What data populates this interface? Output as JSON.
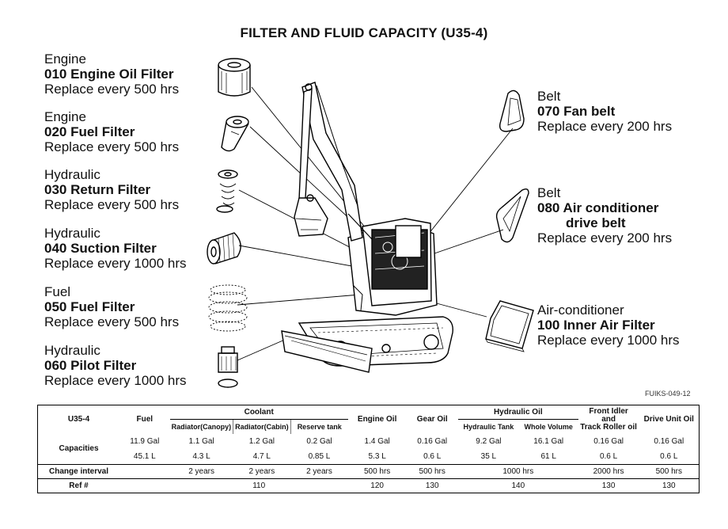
{
  "title": "FILTER AND FLUID CAPACITY (U35-4)",
  "left_labels": [
    {
      "category": "Engine",
      "name": "010 Engine Oil Filter",
      "interval": "Replace every 500 hrs"
    },
    {
      "category": "Engine",
      "name": "020 Fuel Filter",
      "interval": "Replace every 500 hrs"
    },
    {
      "category": "Hydraulic",
      "name": "030 Return Filter",
      "interval": "Replace every 500 hrs"
    },
    {
      "category": "Hydraulic",
      "name": "040 Suction Filter",
      "interval": "Replace every 1000 hrs"
    },
    {
      "category": "Fuel",
      "name": "050 Fuel Filter",
      "interval": "Replace every 500 hrs"
    },
    {
      "category": "Hydraulic",
      "name": "060 Pilot Filter",
      "interval": "Replace every 1000 hrs"
    }
  ],
  "right_labels": [
    {
      "category": "Belt",
      "name": "070 Fan belt",
      "name2": "",
      "interval": "Replace every 200 hrs"
    },
    {
      "category": "Belt",
      "name": "080 Air conditioner",
      "name2": "drive belt",
      "interval": "Replace every 200 hrs"
    },
    {
      "category": "Air-conditioner",
      "name": "100 Inner Air Filter",
      "name2": "",
      "interval": "Replace every 1000 hrs"
    }
  ],
  "figure_code": "FUIKS-049-12",
  "table": {
    "model": "U35-4",
    "headers": {
      "fuel": "Fuel",
      "coolant": "Coolant",
      "radiator_canopy": "Radiator(Canopy)",
      "radiator_cabin": "Radiator(Cabin)",
      "reserve_tank": "Reserve tank",
      "engine_oil": "Engine Oil",
      "gear_oil": "Gear Oil",
      "hydraulic_oil": "Hydraulic Oil",
      "hydraulic_tank": "Hydraulic Tank",
      "whole_volume": "Whole Volume",
      "front_idler_1": "Front Idler",
      "front_idler_2": "and",
      "front_idler_3": "Track Roller oil",
      "drive_unit_oil": "Drive Unit Oil"
    },
    "row_labels": {
      "capacities": "Capacities",
      "change_interval": "Change interval",
      "ref": "Ref #"
    },
    "gal": [
      "11.9 Gal",
      "1.1 Gal",
      "1.2 Gal",
      "0.2 Gal",
      "1.4 Gal",
      "0.16 Gal",
      "9.2 Gal",
      "16.1 Gal",
      "0.16 Gal",
      "0.16 Gal"
    ],
    "liters": [
      "45.1 L",
      "4.3 L",
      "4.7 L",
      "0.85 L",
      "5.3 L",
      "0.6 L",
      "35 L",
      "61 L",
      "0.6 L",
      "0.6 L"
    ],
    "change": {
      "fuel": "",
      "radiator_canopy": "2 years",
      "radiator_cabin": "2 years",
      "reserve_tank": "2 years",
      "engine_oil": "500 hrs",
      "gear_oil": "500 hrs",
      "hydraulic": "1000 hrs",
      "front_idler": "2000 hrs",
      "drive_unit": "500 hrs"
    },
    "ref": {
      "coolant": "110",
      "engine_oil": "120",
      "gear_oil": "130",
      "hydraulic": "140",
      "front_idler": "130",
      "drive_unit": "130"
    }
  }
}
